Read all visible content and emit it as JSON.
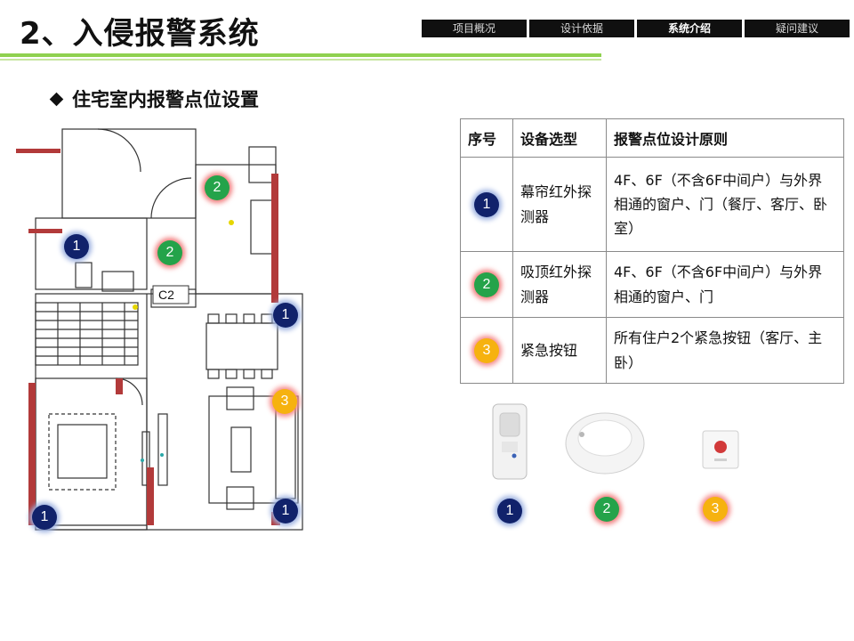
{
  "header": {
    "title": "2、入侵报警系统",
    "tabs": [
      {
        "label": "项目概况",
        "active": false
      },
      {
        "label": "设计依据",
        "active": false
      },
      {
        "label": "系统介绍",
        "active": true
      },
      {
        "label": "疑问建议",
        "active": false
      }
    ]
  },
  "subtitle": "住宅室内报警点位设置",
  "floorplan": {
    "room_label": "C2",
    "markers": [
      "1",
      "1",
      "1",
      "1",
      "2",
      "2",
      "3"
    ]
  },
  "table": {
    "headers": [
      "序号",
      "设备选型",
      "报警点位设计原则"
    ],
    "rows": [
      {
        "num": "1",
        "device": "幕帘红外探测器",
        "rule": "4F、6F（不含6F中间户）与外界相通的窗户、门（餐厅、客厅、卧室）"
      },
      {
        "num": "2",
        "device": "吸顶红外探测器",
        "rule": "4F、6F（不含6F中间户）与外界相通的窗户、门"
      },
      {
        "num": "3",
        "device": "紧急按钮",
        "rule": "所有住户2个紧急按钮（客厅、主卧）"
      }
    ]
  },
  "products": {
    "labels": [
      "1",
      "2",
      "3"
    ]
  },
  "colors": {
    "nav_bg": "#101010",
    "rule_green": "#8fd14f",
    "marker_1": "#11226b",
    "marker_2": "#24a34a",
    "marker_3": "#f6b20f",
    "wall_red": "#b23a3a"
  }
}
